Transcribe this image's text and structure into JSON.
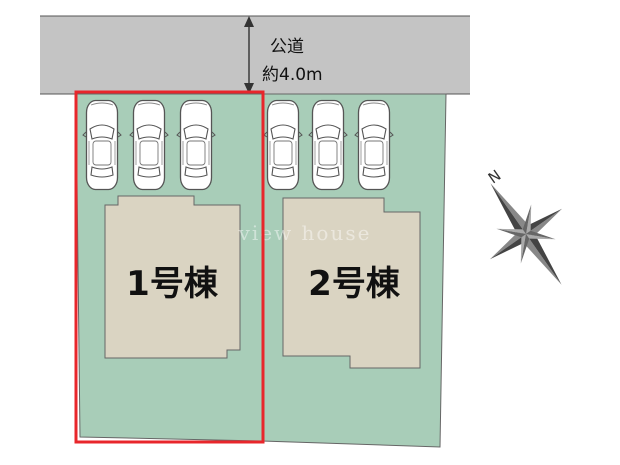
{
  "road": {
    "name": "公道",
    "width": "約4.0m"
  },
  "buildings": [
    {
      "label": "1号棟",
      "highlighted": true
    },
    {
      "label": "2号棟",
      "highlighted": false
    }
  ],
  "watermark": "view house",
  "compass": {
    "north_label": "N"
  },
  "colors": {
    "road": "#c4c4c4",
    "lot": "#a8cdb8",
    "building": "#dad4c2",
    "highlight": "#e8262b"
  },
  "parking": {
    "spaces_per_lot": 3
  }
}
